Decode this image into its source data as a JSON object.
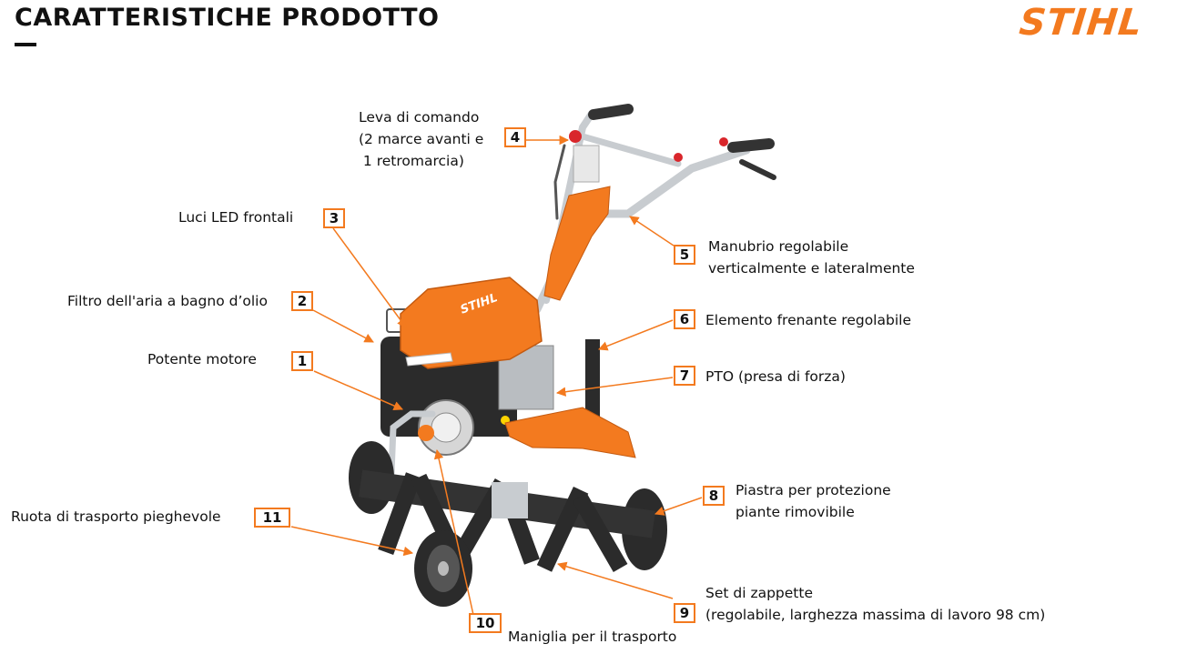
{
  "header": {
    "title": "CARATTERISTICHE PRODOTTO",
    "logo_text": "STIHL",
    "brand_color": "#F37A1F"
  },
  "machine": {
    "hood_text": "STIHL",
    "body_color": "#F37A1F",
    "metal_color": "#c8ccd0",
    "dark_color": "#2b2b2b"
  },
  "callouts": [
    {
      "number": "1",
      "lines": [
        "Potente motore"
      ]
    },
    {
      "number": "2",
      "lines": [
        "Filtro dell'aria a bagno d’olio"
      ]
    },
    {
      "number": "3",
      "lines": [
        "Luci LED frontali"
      ]
    },
    {
      "number": "4",
      "lines": [
        "Leva di comando",
        "(2 marce avanti e",
        " 1 retromarcia)"
      ]
    },
    {
      "number": "5",
      "lines": [
        "Manubrio regolabile",
        "verticalmente e lateralmente"
      ]
    },
    {
      "number": "6",
      "lines": [
        "Elemento frenante regolabile"
      ]
    },
    {
      "number": "7",
      "lines": [
        "PTO (presa di forza)"
      ]
    },
    {
      "number": "8",
      "lines": [
        "Piastra per protezione",
        "piante rimovibile"
      ]
    },
    {
      "number": "9",
      "lines": [
        "Set di zappette",
        "(regolabile, larghezza massima di lavoro 98 cm)"
      ]
    },
    {
      "number": "10",
      "lines": [
        "Maniglia per il trasporto"
      ]
    },
    {
      "number": "11",
      "lines": [
        "Ruota di trasporto pieghevole"
      ]
    }
  ]
}
